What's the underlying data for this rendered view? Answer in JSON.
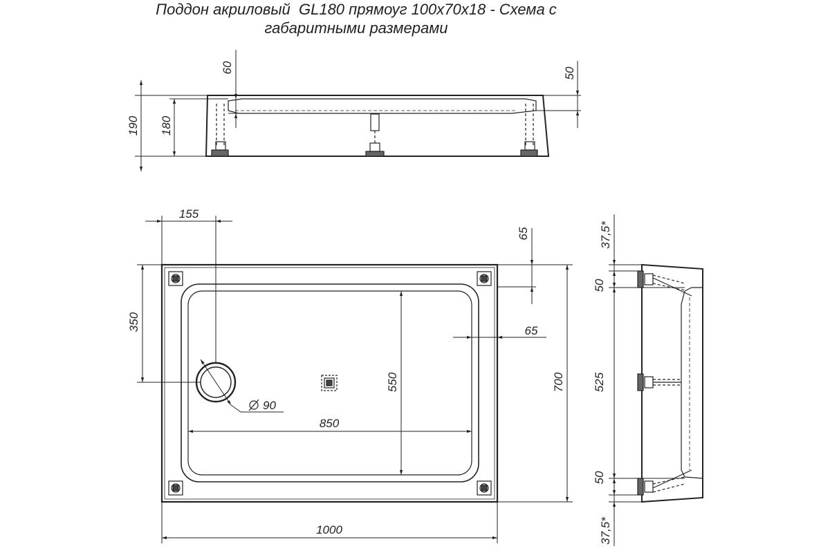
{
  "title": {
    "line1": "Поддон акриловый  GL180 прямоуг 100х70х18 - Схема с",
    "line2": "габаритными размерами"
  },
  "colors": {
    "line": "#222222",
    "paper": "#ffffff"
  },
  "side_view": {
    "dim_190": "190",
    "dim_180": "180",
    "dim_60": "60",
    "dim_50": "50"
  },
  "top_view": {
    "dim_155": "155",
    "dim_65_top": "65",
    "dim_65_right": "65",
    "dim_350": "350",
    "dim_550": "550",
    "dim_700": "700",
    "dim_850": "850",
    "dim_1000": "1000",
    "drain_diameter": "90"
  },
  "end_view": {
    "dim_37_5_top": "37,5*",
    "dim_50_top": "50",
    "dim_525": "525",
    "dim_50_bottom": "50",
    "dim_37_5_bottom": "37,5*"
  }
}
